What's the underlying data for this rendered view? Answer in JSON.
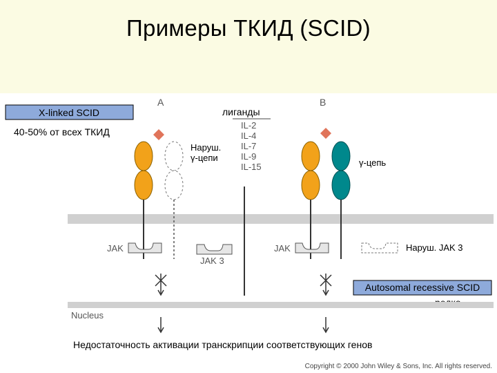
{
  "title": "Примеры ТКИД (SCID)",
  "panels": {
    "a": "A",
    "b": "B"
  },
  "xlinked": {
    "label": "X-linked SCID",
    "share": "40-50% от всех ТКИД"
  },
  "ligands": {
    "label": "лиганды",
    "list": [
      "IL-2",
      "IL-4",
      "IL-7",
      "IL-9",
      "IL-15"
    ]
  },
  "gamma_defect": {
    "line1": "Наруш.",
    "line2": "γ-цепи"
  },
  "gamma_chain": "γ-цепь",
  "jak": {
    "jak_a": "JAK",
    "jak3_free": "JAK 3",
    "jak_b": "JAK",
    "defect": "Наруш. JAK 3"
  },
  "autosomal": {
    "label": "Autosomal recessive SCID",
    "note": "редко"
  },
  "nucleus": "Nucleus",
  "consequence": "Недостаточность активации транскрипции соответствующих генов",
  "copyright": "Copyright © 2000 John Wiley & Sons, Inc. All rights reserved.",
  "colors": {
    "receptor_orange": "#f2a21a",
    "gamma_teal": "#00888c",
    "ligand_diamond": "#e0745a",
    "box_blue": "#8eaadb",
    "membrane_gray": "#d0d0d0",
    "title_band": "#fbfbe3"
  }
}
